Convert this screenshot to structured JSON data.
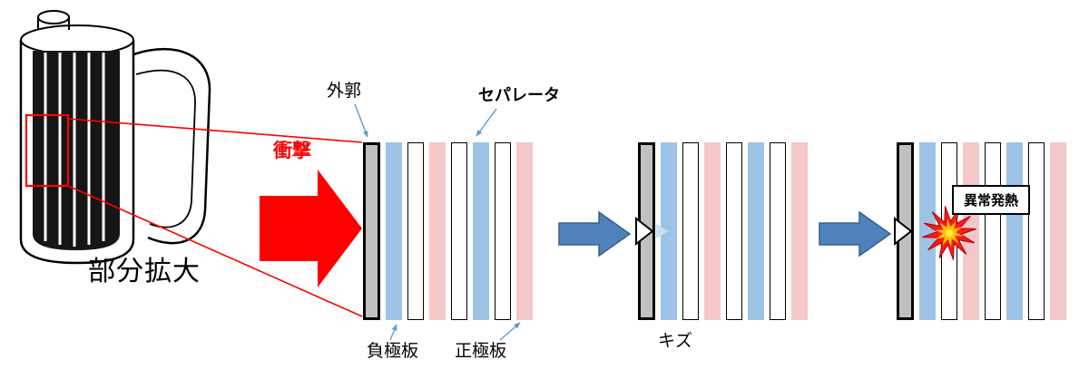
{
  "labels": {
    "enlarge": "部分拡大",
    "impact": "衝撃",
    "shell": "外郭",
    "separator": "セパレータ",
    "negative": "負極板",
    "positive": "正極板",
    "scratch": "キズ",
    "overheat": "異常発熱"
  },
  "colors": {
    "shell_fill": "#c0c0c0",
    "shell_border": "#000000",
    "separator_fill": "#9dc3e6",
    "separator_dent": "#c9dff2",
    "negative_fill": "#ffffff",
    "negative_border": "#000000",
    "positive_fill": "#f4c7c9",
    "impact_red": "#fe0000",
    "flow_arrow_fill": "#4f81bd",
    "flow_arrow_border": "#38618c",
    "leader_line": "#5b9bd5",
    "zoom_line": "#fe0000",
    "burst_outer": "#ff1a1a",
    "burst_inner": "#ffc000",
    "burst_core": "#ffe94d"
  },
  "stacks": [
    {
      "id": "intact",
      "layers": [
        "shell",
        "separator",
        "negative",
        "positive",
        "negative",
        "separator",
        "negative",
        "positive"
      ],
      "damaged": false,
      "burst": false
    },
    {
      "id": "scratched",
      "layers": [
        "shell",
        "separator",
        "negative",
        "positive",
        "negative",
        "separator",
        "negative",
        "positive"
      ],
      "damaged": true,
      "burst": false
    },
    {
      "id": "overheated",
      "layers": [
        "shell",
        "separator",
        "negative",
        "positive",
        "negative",
        "separator",
        "negative",
        "positive"
      ],
      "damaged": true,
      "burst": true
    }
  ]
}
